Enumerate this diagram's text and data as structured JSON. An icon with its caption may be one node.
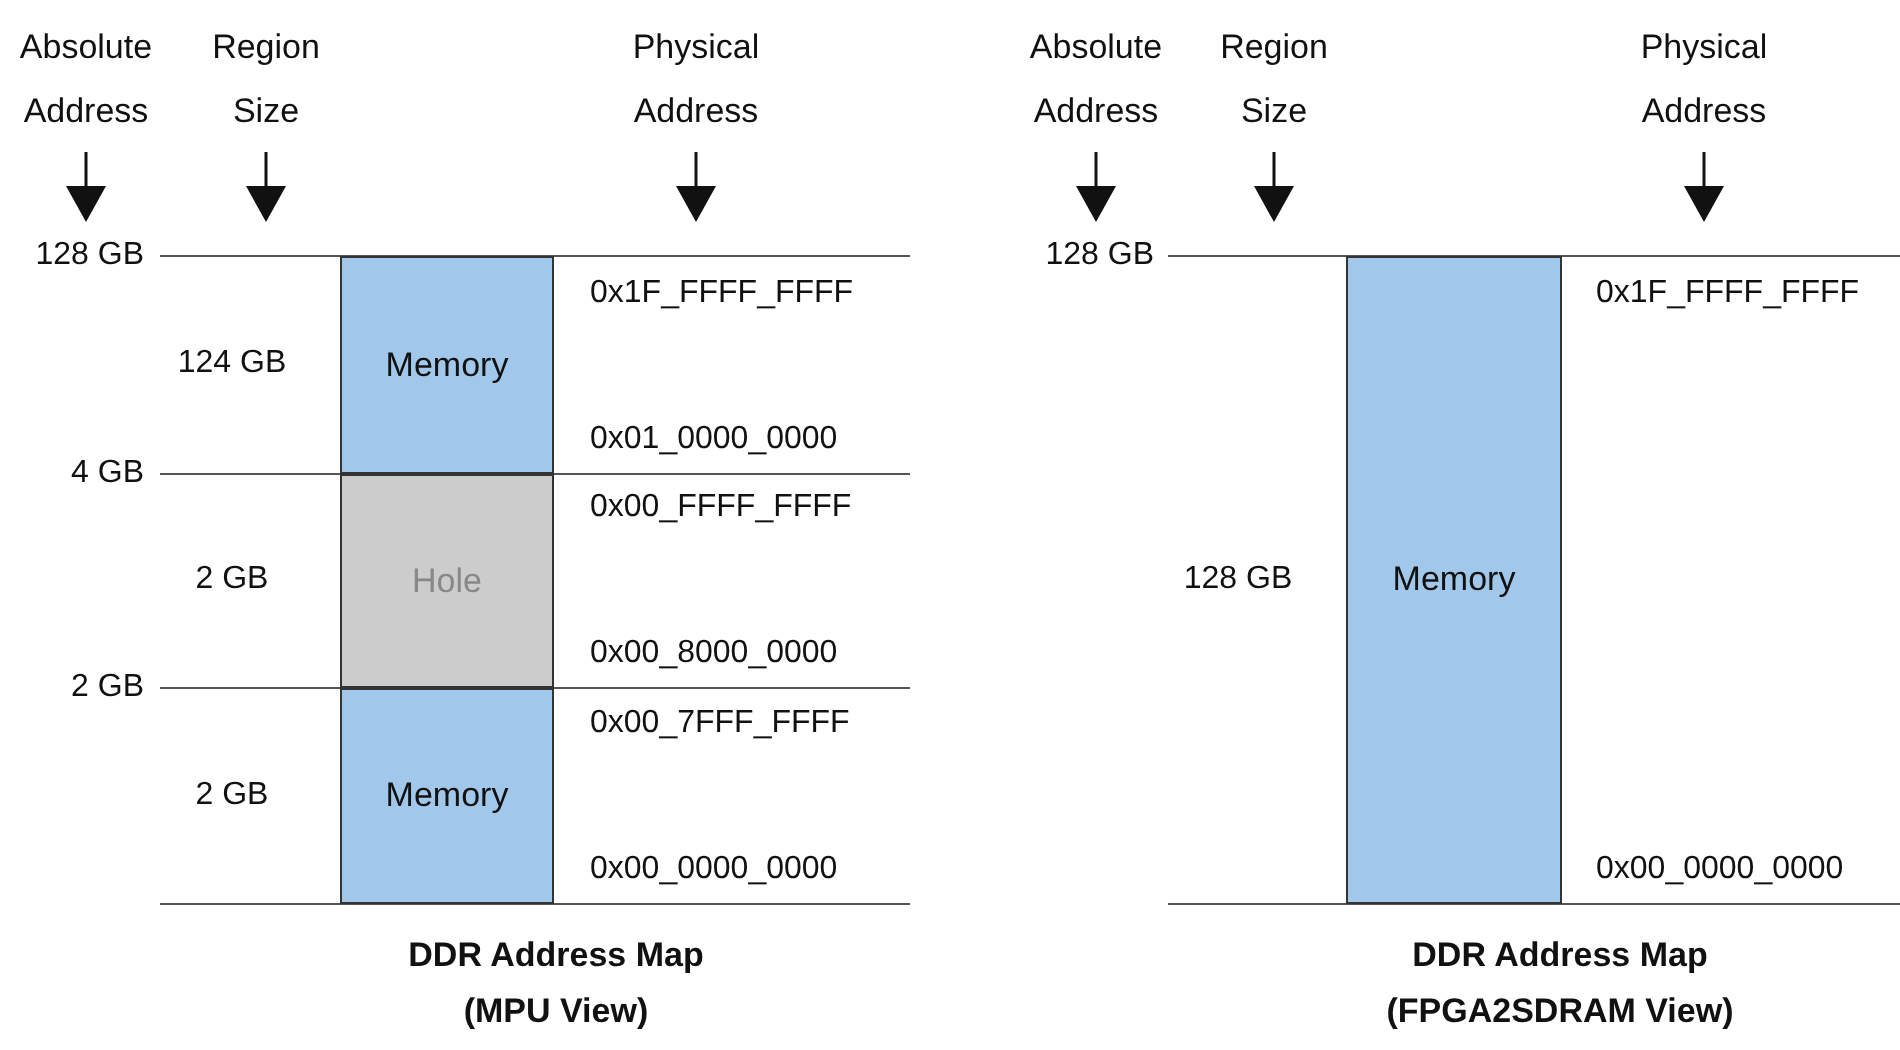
{
  "diagram": {
    "nodes": [
      {
        "text": [
          "Memory"
        ]
      },
      {
        "text": [
          "Hole"
        ]
      },
      {
        "text": [
          "Memory"
        ]
      },
      {
        "text": [
          "Memory"
        ]
      }
    ],
    "labels": [
      "Absolute Address",
      "Region Size",
      "Physical Address",
      "128 GB",
      "0x1F_FFFF_FFFF",
      "124 GB",
      "0x01_0000_0000",
      "4 GB",
      "0x00_FFFF_FFFF",
      "2 GB",
      "0x00_8000_0000",
      "2 GB",
      "0x00_7FFF_FFFF",
      "2 GB",
      "0x00_0000_0000",
      "DDR Address Map (MPU View)",
      "Absolute Address",
      "Region Size",
      "Physical Address",
      "128 GB",
      "0x1F_FFFF_FFFF",
      "128 GB",
      "0x00_0000_0000",
      "DDR Address Map (FPGA2SDRAM View)"
    ]
  }
}
